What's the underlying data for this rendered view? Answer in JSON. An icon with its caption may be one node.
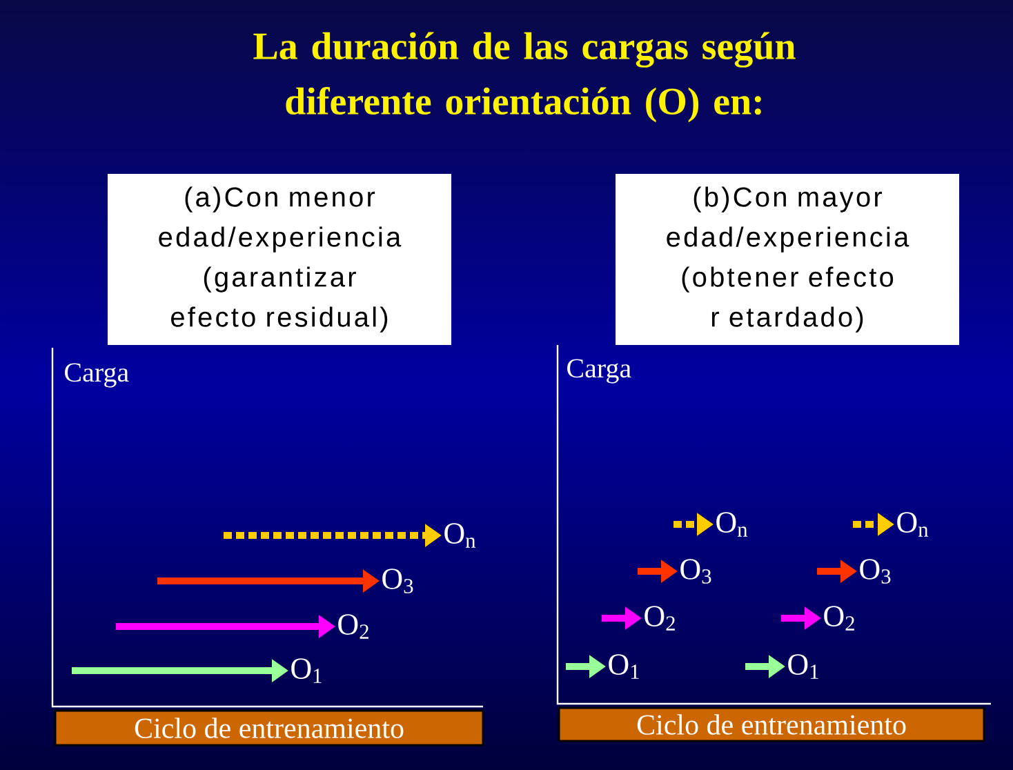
{
  "diagram": {
    "title": "La duración de las cargas según diferente orientación (O) en:",
    "nodes": [
      {
        "text": [
          "(a)Con menor edad/experiencia (garantizar efecto residual)"
        ]
      },
      {
        "text": [
          "(b)Con mayor edad/experiencia (obtener efecto r etardado)"
        ]
      },
      {
        "text": [
          "Ciclo de entrenamiento"
        ]
      },
      {
        "text": [
          "Ciclo de entrenamiento"
        ]
      },
      {
        "text": [
          "O$_{n}$"
        ]
      },
      {
        "text": [
          "O$_{3}$"
        ]
      },
      {
        "text": [
          "O$_{2}$"
        ]
      },
      {
        "text": [
          "O$_{1}$"
        ]
      },
      {
        "text": [
          "O$_{n}$"
        ]
      },
      {
        "text": [
          "O$_{n}$"
        ]
      },
      {
        "text": [
          "O$_{3}$"
        ]
      },
      {
        "text": [
          "O$_{3}$"
        ]
      },
      {
        "text": [
          "O$_{2}$"
        ]
      },
      {
        "text": [
          "O$_{2}$"
        ]
      },
      {
        "text": [
          "O$_{1}$"
        ]
      },
      {
        "text": [
          "O$_{1}$"
        ]
      }
    ],
    "edges": [
      {
        "from": null,
        "to": 4,
        "arrow": "to",
        "style": "dashed",
        "color": "#ffcc00"
      },
      {
        "from": null,
        "to": 5,
        "arrow": "to",
        "color": "#ff3300"
      },
      {
        "from": null,
        "to": 6,
        "arrow": "to",
        "color": "#ff00ff"
      },
      {
        "from": null,
        "to": 7,
        "arrow": "to",
        "color": "#99ff99"
      },
      {
        "from": null,
        "to": 8,
        "arrow": "to",
        "style": "dashed",
        "color": "#ffcc00"
      },
      {
        "from": null,
        "to": 9,
        "arrow": "to",
        "style": "dashed",
        "color": "#ffcc00"
      },
      {
        "from": null,
        "to": 10,
        "arrow": "to",
        "color": "#ff3300"
      },
      {
        "from": null,
        "to": 11,
        "arrow": "to",
        "color": "#ff3300"
      },
      {
        "from": null,
        "to": 12,
        "arrow": "to",
        "color": "#ff00ff"
      },
      {
        "from": null,
        "to": 13,
        "arrow": "to",
        "color": "#ff00ff"
      },
      {
        "from": null,
        "to": 14,
        "arrow": "to",
        "color": "#99ff99"
      },
      {
        "from": null,
        "to": 15,
        "arrow": "to",
        "color": "#99ff99"
      }
    ],
    "labels": [
      "Carga",
      "Carga"
    ]
  }
}
